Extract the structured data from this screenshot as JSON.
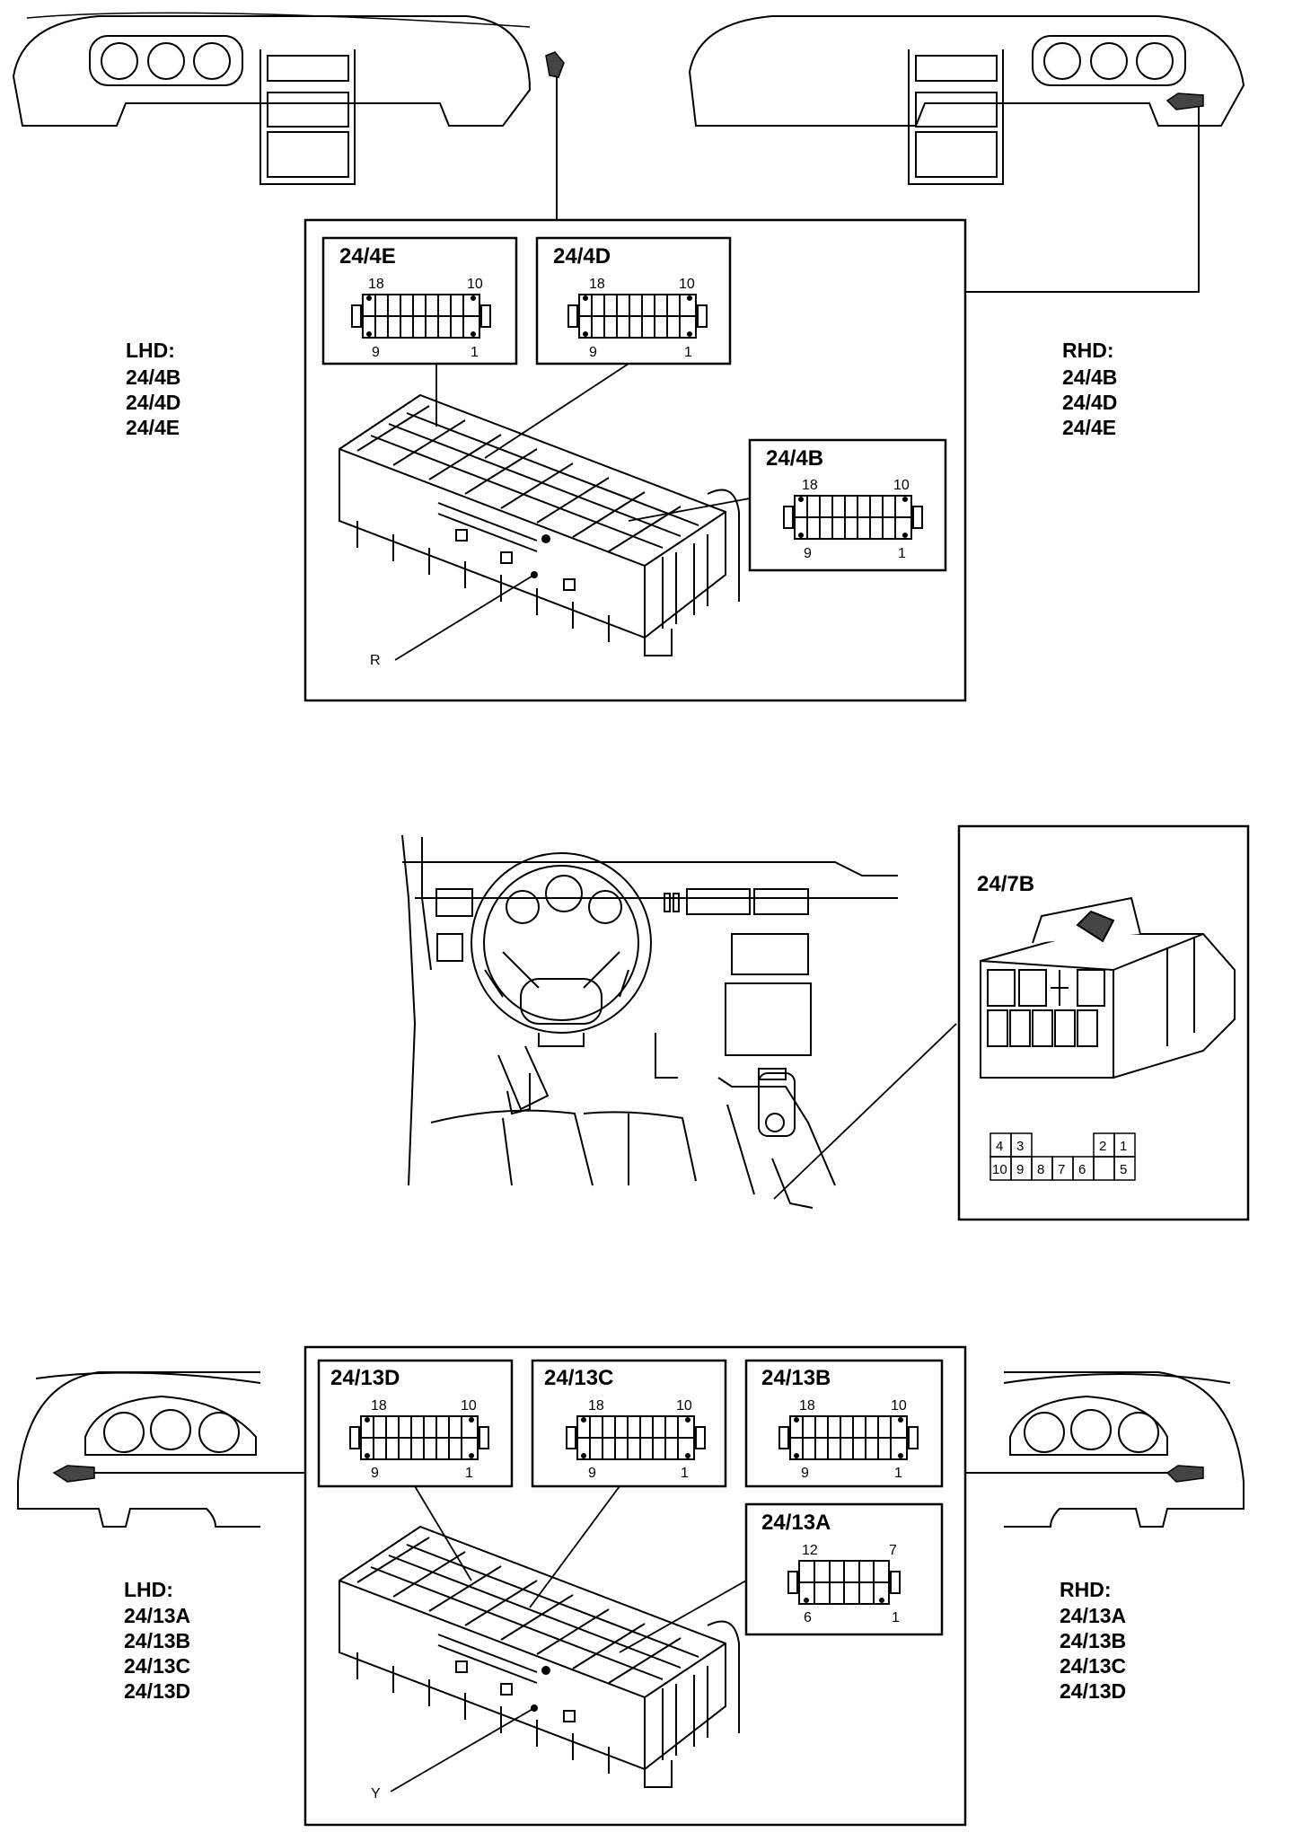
{
  "top_section": {
    "left_side": {
      "title": "LHD:",
      "items": [
        "24/4B",
        "24/4D",
        "24/4E"
      ]
    },
    "right_side": {
      "title": "RHD:",
      "items": [
        "24/4B",
        "24/4D",
        "24/4E"
      ]
    },
    "connectors": [
      {
        "id": "24/4E",
        "pin_top_left": "18",
        "pin_top_right": "10",
        "pin_bottom_left": "9",
        "pin_bottom_right": "1"
      },
      {
        "id": "24/4D",
        "pin_top_left": "18",
        "pin_top_right": "10",
        "pin_bottom_left": "9",
        "pin_bottom_right": "1"
      },
      {
        "id": "24/4B",
        "pin_top_left": "18",
        "pin_top_right": "10",
        "pin_bottom_left": "9",
        "pin_bottom_right": "1"
      }
    ],
    "marker": "R"
  },
  "middle_section": {
    "connector": {
      "id": "24/7B",
      "pin_rows": [
        [
          "4",
          "3",
          "",
          "",
          "2",
          "1"
        ],
        [
          "10",
          "9",
          "8",
          "7",
          "6",
          "5"
        ]
      ]
    }
  },
  "bottom_section": {
    "left_side": {
      "title": "LHD:",
      "items": [
        "24/13A",
        "24/13B",
        "24/13C",
        "24/13D"
      ]
    },
    "right_side": {
      "title": "RHD:",
      "items": [
        "24/13A",
        "24/13B",
        "24/13C",
        "24/13D"
      ]
    },
    "connectors": [
      {
        "id": "24/13D",
        "pin_top_left": "18",
        "pin_top_right": "10",
        "pin_bottom_left": "9",
        "pin_bottom_right": "1"
      },
      {
        "id": "24/13C",
        "pin_top_left": "18",
        "pin_top_right": "10",
        "pin_bottom_left": "9",
        "pin_bottom_right": "1"
      },
      {
        "id": "24/13B",
        "pin_top_left": "18",
        "pin_top_right": "10",
        "pin_bottom_left": "9",
        "pin_bottom_right": "1"
      },
      {
        "id": "24/13A",
        "pin_top_left": "12",
        "pin_top_right": "7",
        "pin_bottom_left": "6",
        "pin_bottom_right": "1"
      }
    ],
    "marker": "Y"
  }
}
